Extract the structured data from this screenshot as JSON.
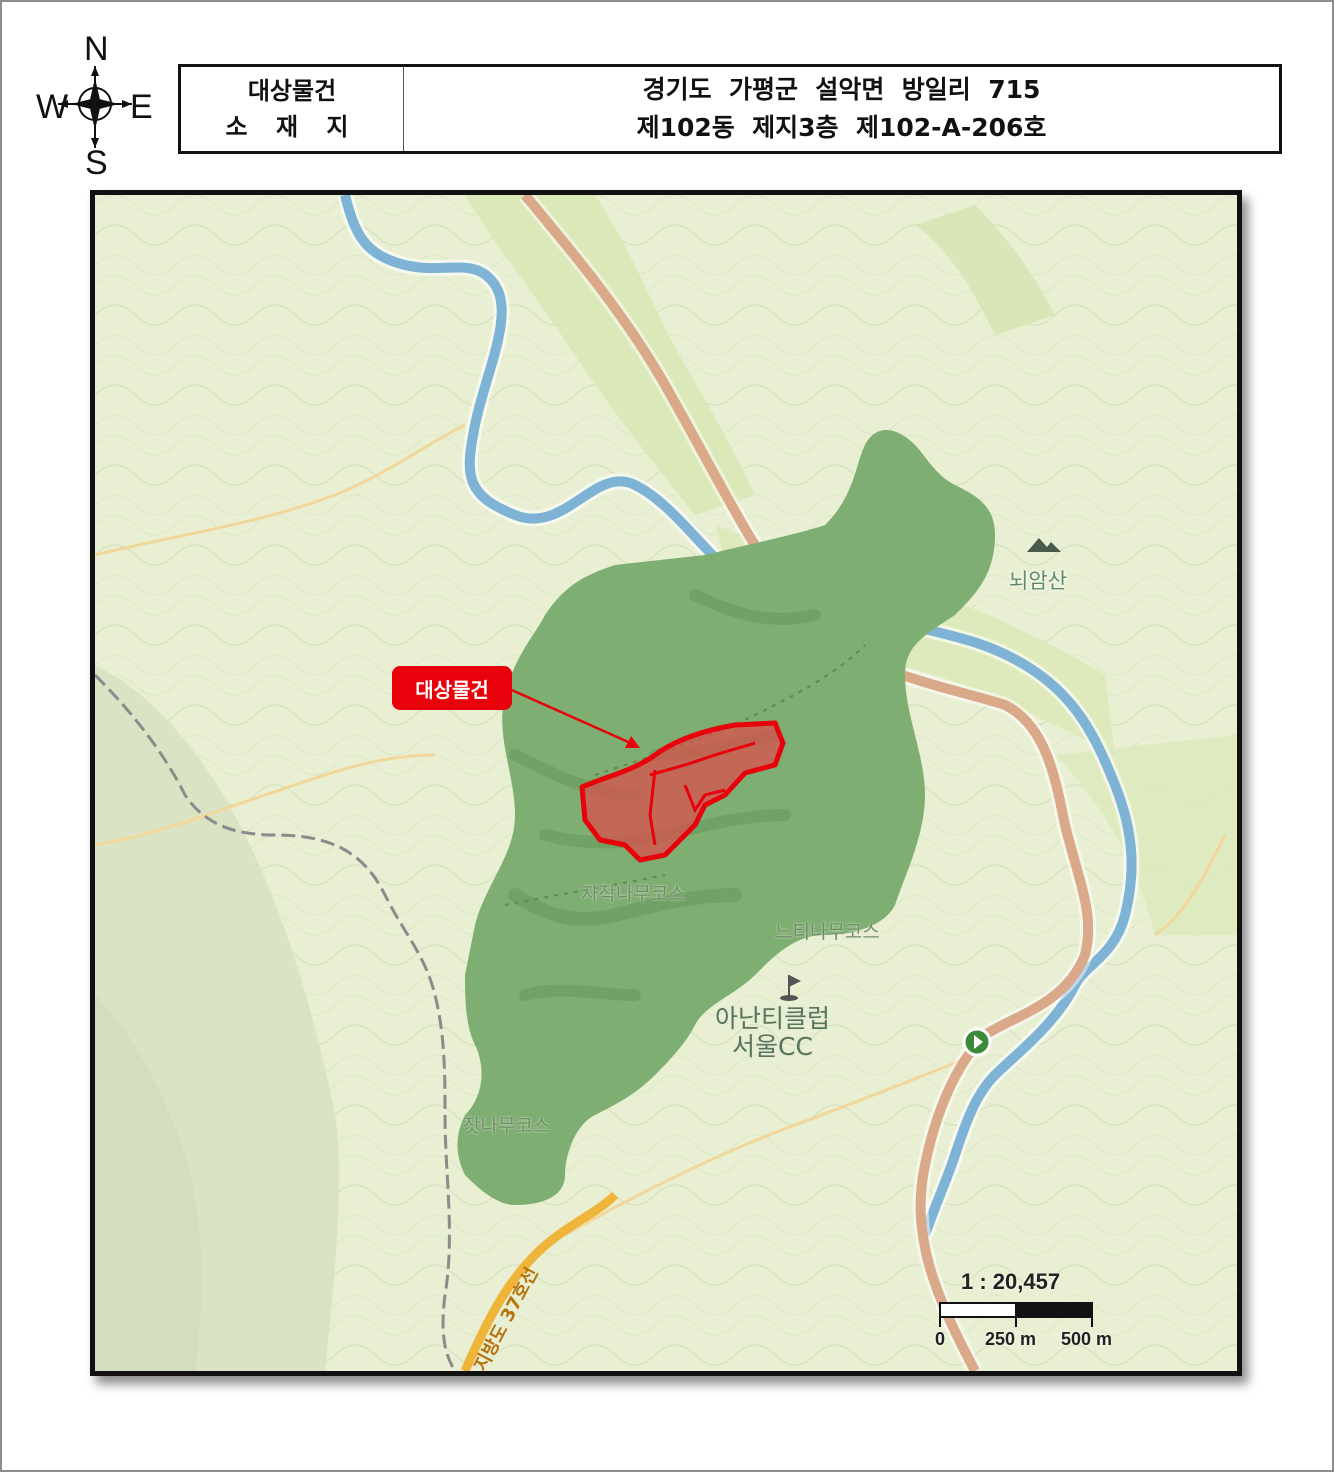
{
  "compass": {
    "n": "N",
    "s": "S",
    "w": "W",
    "e": "E"
  },
  "info": {
    "label_line1": "대상물건",
    "label_line2": "소 재 지",
    "address_line1": "경기도  가평군  설악면  방일리  715",
    "address_line2": "제102동  제지3층  제102-A-206호"
  },
  "map": {
    "subject_label": "대상물건",
    "peak_name": "뇌암산",
    "courses": [
      "자작나무코스",
      "느티나무코스",
      "잣나무코스"
    ],
    "club_name_line1": "아난티클럽",
    "club_name_line2": "서울CC",
    "route_label": "지방도 37호선",
    "scale": {
      "ratio": "1 : 20,457",
      "ticks": [
        "0",
        "250 m",
        "500 m"
      ]
    },
    "colors": {
      "land": "#e9efd2",
      "golf_course": "#7fae72",
      "river": "#7fb3d5",
      "main_road": "#d9a98a",
      "subject_fill": "#e04a4a",
      "subject_outline": "#e8000b",
      "tag": "#e8000b"
    }
  }
}
